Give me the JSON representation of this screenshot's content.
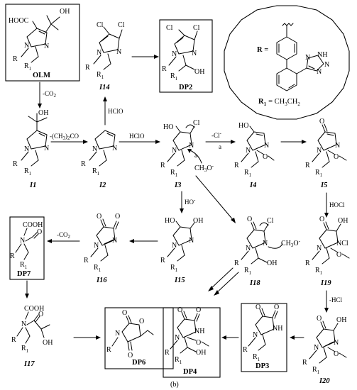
{
  "figure": {
    "panel_label": "(b)"
  },
  "substituent_box": {
    "r_label": "R =",
    "r1_label": "R",
    "r1_sub": "1",
    "r1_value": "= CH",
    "r1_value_sub1": "3",
    "r1_value_mid": "CH",
    "r1_value_sub2": "2",
    "tetrazole_n": "N",
    "tetrazole_nh": "NH"
  },
  "compounds": {
    "olm": "OLM",
    "i1": "I1",
    "i2": "I2",
    "i3": "I3",
    "i4": "I4",
    "i5": "I5",
    "i14": "I14",
    "dp2": "DP2",
    "i15": "I15",
    "i16": "I16",
    "i17": "I17",
    "i18": "I18",
    "i19": "I19",
    "i20": "I20",
    "dp3": "DP3",
    "dp4": "DP4",
    "dp6": "DP6",
    "dp7": "DP7"
  },
  "reagents": {
    "co2_olm": "-CO",
    "co2_olm_sub": "2",
    "acetone": "-(CH",
    "acetone_sub": "3",
    "acetone_tail": ")",
    "acetone_sub2": "2",
    "acetone_end": "CO",
    "hclo_1": "HClO",
    "hclo_2": "HClO",
    "cl_minus": "-Cl",
    "cl_minus_sup": "-",
    "path_a1": "a",
    "path_a2": "a",
    "methoxide": "CH",
    "methoxide_sub": "3",
    "methoxide_o": "O",
    "methoxide_sup": "-",
    "hydroxide": "HO",
    "hydroxide_sup": "-",
    "hocl": "HOCl",
    "co2_dp7": "-CO",
    "co2_dp7_sub": "2",
    "hcl": "-HCl",
    "methoxide2": "CH",
    "methoxide2_sub": "3",
    "methoxide2_o": "O",
    "methoxide2_sup": "-"
  },
  "atoms": {
    "hooc": "HOOC",
    "cooh": "COOH",
    "oh": "OH",
    "ho": "HO",
    "n": "N",
    "nh": "NH",
    "o": "O",
    "cl": "Cl",
    "r": "R",
    "r1": "R",
    "r1_sub": "1"
  }
}
